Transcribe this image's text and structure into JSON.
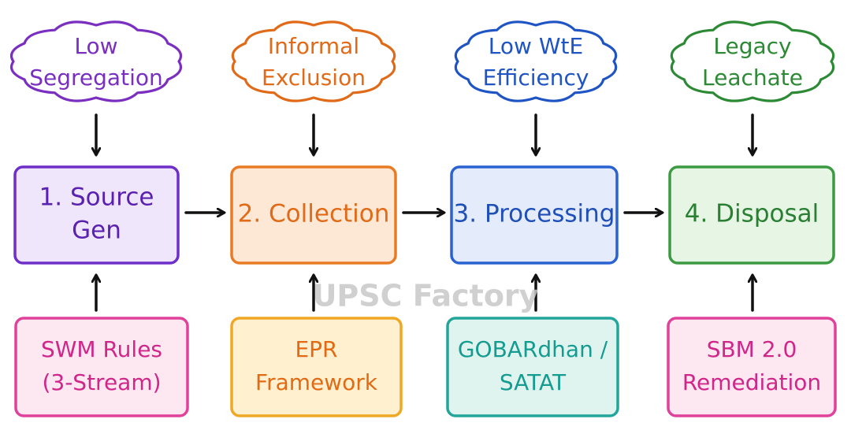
{
  "watermark": "UPSC Factory",
  "columns": [
    {
      "challenge": {
        "lines": [
          "Low",
          "Segregation"
        ],
        "color": "#7a2fc0"
      },
      "stage": {
        "lines": [
          "1. Source",
          "Gen"
        ],
        "color": "#5a21b0",
        "fill": "#efe6fb",
        "stroke": "#6e2fc8"
      },
      "policy": {
        "lines": [
          "SWM Rules",
          "(3-Stream)"
        ],
        "color": "#d0268a",
        "fill": "#fde7f1",
        "stroke": "#e0419a"
      }
    },
    {
      "challenge": {
        "lines": [
          "Informal",
          "Exclusion"
        ],
        "color": "#e06a17"
      },
      "stage": {
        "lines": [
          "2. Collection"
        ],
        "color": "#e06a17",
        "fill": "#fde8d6",
        "stroke": "#ea7b25"
      },
      "policy": {
        "lines": [
          "EPR",
          "Framework"
        ],
        "color": "#e36a14",
        "fill": "#fff1cf",
        "stroke": "#f0a824"
      }
    },
    {
      "challenge": {
        "lines": [
          "Low WtE",
          "Efficiency"
        ],
        "color": "#1f54c4"
      },
      "stage": {
        "lines": [
          "3. Processing"
        ],
        "color": "#1f4fb8",
        "fill": "#e4ecfb",
        "stroke": "#2a62d2"
      },
      "policy": {
        "lines": [
          "GOBARdhan /",
          "SATAT"
        ],
        "color": "#159c90",
        "fill": "#e0f4ef",
        "stroke": "#22a59a"
      }
    },
    {
      "challenge": {
        "lines": [
          "Legacy",
          "Leachate"
        ],
        "color": "#2c8a35"
      },
      "stage": {
        "lines": [
          "4. Disposal"
        ],
        "color": "#2a7f33",
        "fill": "#e6f5e4",
        "stroke": "#3c9a42"
      },
      "policy": {
        "lines": [
          "SBM 2.0",
          "Remediation"
        ],
        "color": "#d0268a",
        "fill": "#fde7f1",
        "stroke": "#e0419a"
      }
    }
  ]
}
